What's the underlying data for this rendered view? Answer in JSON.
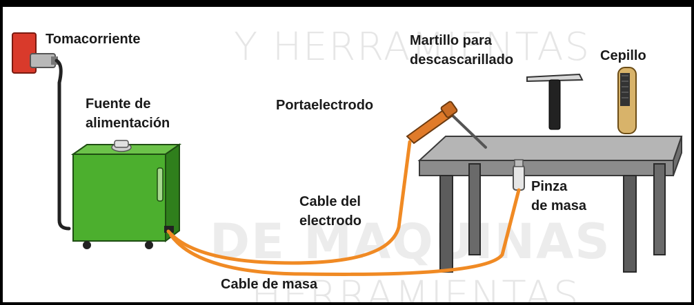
{
  "diagram": {
    "labels": {
      "outlet": "Tomacorriente",
      "power_source_line1": "Fuente de",
      "power_source_line2": "alimentación",
      "electrode_holder": "Portaelectrodo",
      "hammer_line1": "Martillo para",
      "hammer_line2": "descascarillado",
      "brush": "Cepillo",
      "clamp_line1": "Pinza",
      "clamp_line2": "de masa",
      "electrode_cable_line1": "Cable del",
      "electrode_cable_line2": "electrodo",
      "ground_cable": "Cable de masa"
    },
    "watermark": {
      "line1": "Y HERRAMIENTAS",
      "line2": "DE MAQUINAS",
      "line3": "HERRAMIENTAS"
    },
    "colors": {
      "machine_green": "#4caf2e",
      "cable_orange": "#f08a24",
      "table_gray": "#8c8c8c",
      "outlet_red": "#d93a2b"
    }
  }
}
